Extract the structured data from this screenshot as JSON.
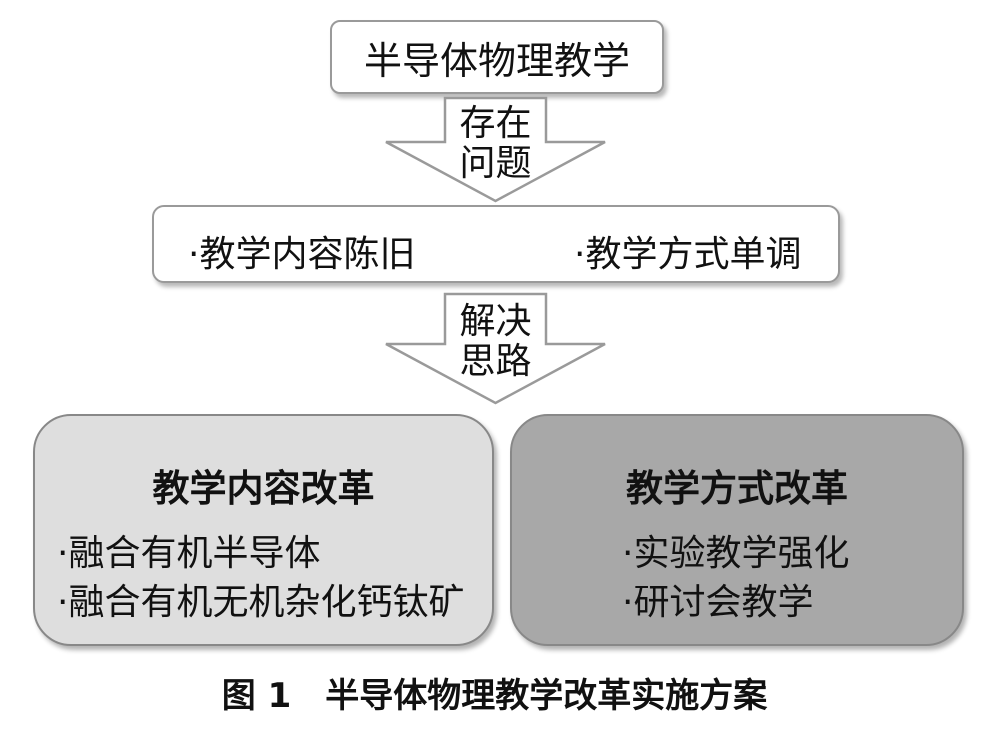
{
  "top": {
    "label": "半导体物理教学"
  },
  "arrow1": {
    "line1": "存在",
    "line2": "问题"
  },
  "problems": [
    "·教学内容陈旧",
    "·教学方式单调"
  ],
  "arrow2": {
    "line1": "解决",
    "line2": "思路"
  },
  "left_panel": {
    "title": "教学内容改革",
    "items": [
      "·融合有机半导体",
      "·融合有机无机杂化钙钛矿"
    ]
  },
  "right_panel": {
    "title": "教学方式改革",
    "items": [
      "·实验教学强化",
      "·研讨会教学"
    ]
  },
  "caption": "图 1　半导体物理教学改革实施方案",
  "colors": {
    "box_border": "#9a9a9a",
    "left_panel_fill": "#dedede",
    "right_panel_fill": "#a8a8a8",
    "text": "#111111"
  }
}
